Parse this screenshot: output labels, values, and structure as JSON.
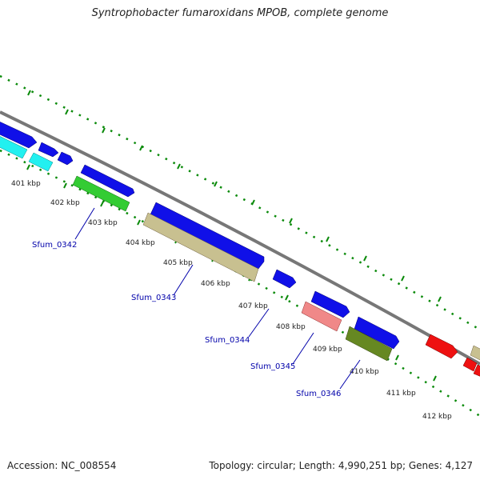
{
  "title": "Syntrophobacter fumaroxidans MPOB, complete genome",
  "footer": {
    "accession": "Accession: NC_008554",
    "summary": "Topology: circular; Length: 4,990,251 bp; Genes: 4,127"
  },
  "kbp_labels": [
    "401 kbp",
    "402 kbp",
    "403 kbp",
    "404 kbp",
    "405 kbp",
    "406 kbp",
    "407 kbp",
    "408 kbp",
    "409 kbp",
    "410 kbp",
    "411 kbp",
    "412 kbp"
  ],
  "gene_labels": [
    "Sfum_0342",
    "Sfum_0343",
    "Sfum_0344",
    "Sfum_0345",
    "Sfum_0346"
  ],
  "colors": {
    "backbone": "#888888",
    "tick": "#0a8a0a",
    "label_link": "#0000aa",
    "cds": "#1010e8",
    "cyan": "#22f0f0",
    "green": "#33cc33",
    "khaki": "#c8c090",
    "salmon": "#f08888",
    "olive": "#668822",
    "red": "#ee1111"
  }
}
